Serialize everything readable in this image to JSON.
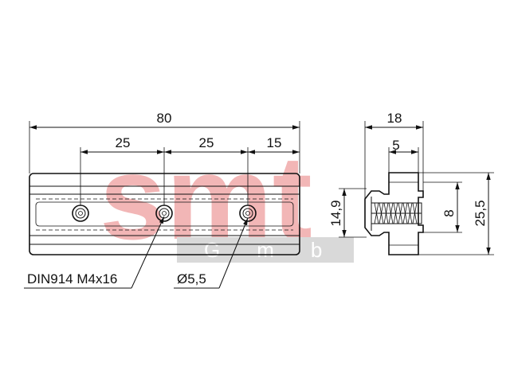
{
  "watermark": {
    "logo_text": "smt",
    "subtitle": "GmbH",
    "color": "#f2b6b6",
    "band_color": "#d9d9d9"
  },
  "dimensions": {
    "overall_length": "80",
    "spacing_1": "25",
    "spacing_2": "25",
    "end_offset": "15",
    "width": "18",
    "inner_width": "5",
    "height_left": "14,9",
    "height_slot": "8",
    "height_right": "25,5"
  },
  "callouts": {
    "screw": "DIN914 M4x16",
    "hole": "Ø5,5"
  },
  "colors": {
    "line": "#111111",
    "background": "#ffffff"
  }
}
